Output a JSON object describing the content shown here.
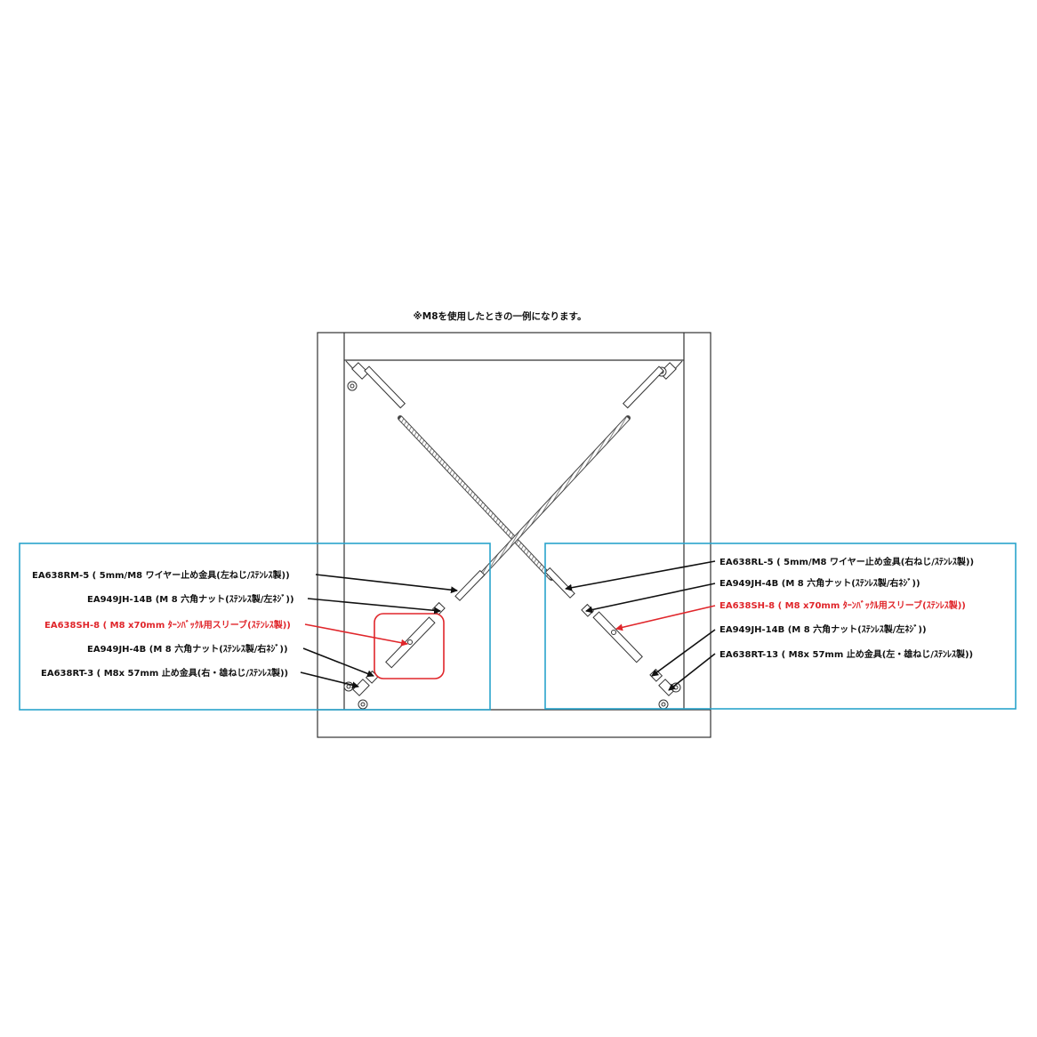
{
  "title": "※M8を使用したときの一例になります。",
  "colors": {
    "frame": "#333333",
    "callout_box": "#29a3cc",
    "highlight": "#e0262b",
    "leader": "#111111"
  },
  "left_labels": [
    {
      "text": "EA638RM-5 ( 5mm/M8 ワイヤー止め金具(左ねじ/ｽﾃﾝﾚｽ製))",
      "highlight": false
    },
    {
      "text": "EA949JH-14B (M 8 六角ナット(ｽﾃﾝﾚｽ製/左ﾈｼﾞ))",
      "highlight": false
    },
    {
      "text": "EA638SH-8 ( M8 x70mm ﾀｰﾝﾊﾞｯｸﾙ用スリーブ(ｽﾃﾝﾚｽ製))",
      "highlight": true
    },
    {
      "text": "EA949JH-4B (M 8 六角ナット(ｽﾃﾝﾚｽ製/右ﾈｼﾞ))",
      "highlight": false
    },
    {
      "text": "EA638RT-3 ( M8x 57mm 止め金具(右・雄ねじ/ｽﾃﾝﾚｽ製))",
      "highlight": false
    }
  ],
  "right_labels": [
    {
      "text": "EA638RL-5 ( 5mm/M8 ワイヤー止め金具(右ねじ/ｽﾃﾝﾚｽ製))",
      "highlight": false
    },
    {
      "text": "EA949JH-4B (M 8 六角ナット(ｽﾃﾝﾚｽ製/右ﾈｼﾞ))",
      "highlight": false
    },
    {
      "text": "EA638SH-8 ( M8 x70mm ﾀｰﾝﾊﾞｯｸﾙ用スリーブ(ｽﾃﾝﾚｽ製))",
      "highlight": true
    },
    {
      "text": "EA949JH-14B (M 8 六角ナット(ｽﾃﾝﾚｽ製/左ﾈｼﾞ))",
      "highlight": false
    },
    {
      "text": "EA638RT-13 ( M8x 57mm 止め金具(左・雄ねじ/ｽﾃﾝﾚｽ製))",
      "highlight": false
    }
  ]
}
